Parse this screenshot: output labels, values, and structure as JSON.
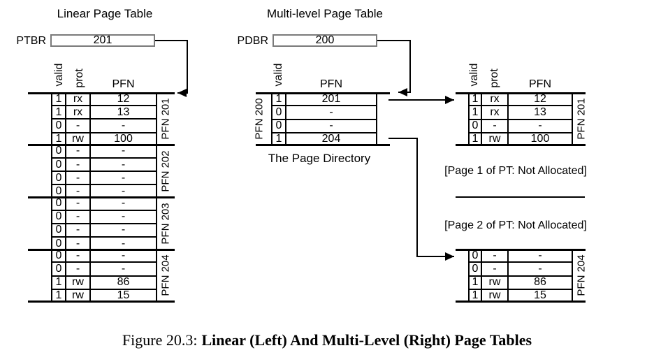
{
  "colors": {
    "line": "#000000",
    "box_border": "#7a7a7a",
    "background": "#ffffff",
    "text": "#000000"
  },
  "left": {
    "title": "Linear Page Table",
    "register_label": "PTBR",
    "register_value": "201",
    "headers": {
      "valid": "valid",
      "prot": "prot",
      "pfn": "PFN"
    },
    "rows": [
      {
        "v": "1",
        "p": "rx",
        "f": "12"
      },
      {
        "v": "1",
        "p": "rx",
        "f": "13"
      },
      {
        "v": "0",
        "p": "-",
        "f": "-"
      },
      {
        "v": "1",
        "p": "rw",
        "f": "100"
      },
      {
        "v": "0",
        "p": "-",
        "f": "-"
      },
      {
        "v": "0",
        "p": "-",
        "f": "-"
      },
      {
        "v": "0",
        "p": "-",
        "f": "-"
      },
      {
        "v": "0",
        "p": "-",
        "f": "-"
      },
      {
        "v": "0",
        "p": "-",
        "f": "-"
      },
      {
        "v": "0",
        "p": "-",
        "f": "-"
      },
      {
        "v": "0",
        "p": "-",
        "f": "-"
      },
      {
        "v": "0",
        "p": "-",
        "f": "-"
      },
      {
        "v": "0",
        "p": "-",
        "f": "-"
      },
      {
        "v": "0",
        "p": "-",
        "f": "-"
      },
      {
        "v": "1",
        "p": "rw",
        "f": "86"
      },
      {
        "v": "1",
        "p": "rw",
        "f": "15"
      }
    ],
    "group_labels": [
      "PFN 201",
      "PFN 202",
      "PFN 203",
      "PFN 204"
    ]
  },
  "middle": {
    "title": "Multi-level Page Table",
    "register_label": "PDBR",
    "register_value": "200",
    "headers": {
      "valid": "valid",
      "pfn": "PFN"
    },
    "rows": [
      {
        "v": "1",
        "f": "201"
      },
      {
        "v": "0",
        "f": "-"
      },
      {
        "v": "0",
        "f": "-"
      },
      {
        "v": "1",
        "f": "204"
      }
    ],
    "side_label": "PFN 200",
    "caption": "The Page Directory"
  },
  "right": {
    "headers": {
      "valid": "valid",
      "prot": "prot",
      "pfn": "PFN"
    },
    "top_table": {
      "rows": [
        {
          "v": "1",
          "p": "rx",
          "f": "12"
        },
        {
          "v": "1",
          "p": "rx",
          "f": "13"
        },
        {
          "v": "0",
          "p": "-",
          "f": "-"
        },
        {
          "v": "1",
          "p": "rw",
          "f": "100"
        }
      ],
      "side_label": "PFN 201"
    },
    "note1": "[Page 1 of PT: Not Allocated]",
    "note2": "[Page 2 of PT: Not Allocated]",
    "bottom_table": {
      "rows": [
        {
          "v": "0",
          "p": "-",
          "f": "-"
        },
        {
          "v": "0",
          "p": "-",
          "f": "-"
        },
        {
          "v": "1",
          "p": "rw",
          "f": "86"
        },
        {
          "v": "1",
          "p": "rw",
          "f": "15"
        }
      ],
      "side_label": "PFN 204"
    }
  },
  "figure": {
    "caption_prefix": "Figure 20.3:",
    "caption_bold": "Linear (Left) And Multi-Level (Right) Page Tables"
  }
}
